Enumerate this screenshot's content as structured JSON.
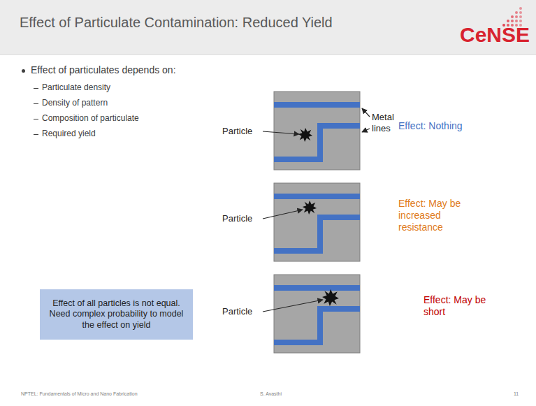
{
  "diagram": {
    "title": "Effect of Particulate Contamination: Reduced Yield",
    "nodes": [
      {
        "text": [
          "Effect of all particles is not equal. Need complex probability to model the effect on yield"
        ]
      }
    ],
    "labels": [
      "Effect of particulates depends on:",
      "Particulate density",
      "Density of pattern",
      "Composition of particulate",
      "Required yield",
      "Particle",
      "Metal lines",
      "Effect: Nothing",
      "Particle",
      "Effect: May be increased resistance",
      "Particle",
      "Effect: May be short",
      "CeNSE",
      "NPTEL: Fundamentals of Micro and Nano Fabrication",
      "S. Avasthi",
      "11"
    ]
  }
}
